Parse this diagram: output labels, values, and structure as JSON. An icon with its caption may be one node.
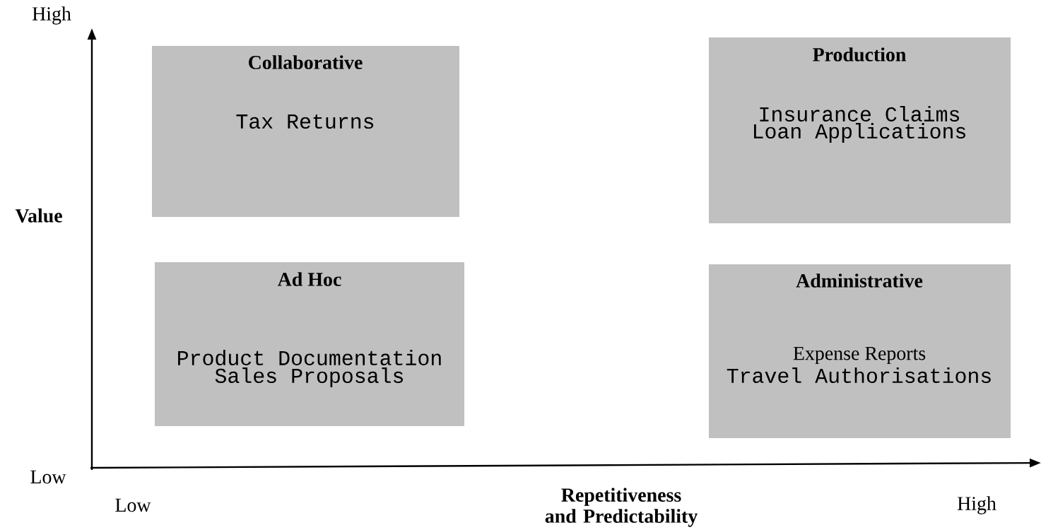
{
  "diagram": {
    "nodes": [
      {
        "text": [
          "Collaborative",
          "Tax Returns"
        ]
      },
      {
        "text": [
          "Production",
          "Insurance Claims",
          "Loan Applications"
        ]
      },
      {
        "text": [
          "Ad Hoc",
          "Product Documentation",
          "Sales Proposals"
        ]
      },
      {
        "text": [
          "Administrative",
          "Expense Reports",
          "Travel Authorisations"
        ]
      }
    ],
    "labels": [
      "High",
      "Value",
      "Low",
      "Low",
      "Repetitiveness and Predictability",
      "High"
    ]
  }
}
